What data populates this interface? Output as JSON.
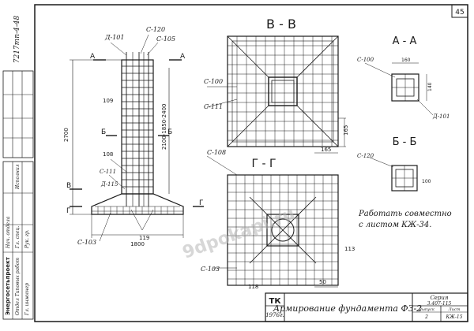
{
  "sheet": {
    "page_number": "45",
    "vertical_code": "7217тп-4-48",
    "watermark": "9dpokapi.ru",
    "title_block": {
      "org": "ТК",
      "year": "1976г.",
      "title": "Армирование фундамента ФЗ-2",
      "series_label": "Серия",
      "series": "3.407-115",
      "issue_label": "Выпуск",
      "issue": "2",
      "sheet_label": "Лист",
      "sheet": "КЖ-15"
    },
    "stamp": {
      "org": "Энергосетьпроект",
      "company": "Отдел Типовых работ",
      "rows": [
        "Гл. инженер",
        "Нач. отдела",
        "Гл. спец.",
        "Рук. гр.",
        "Исполнил"
      ]
    }
  },
  "views": {
    "section_bb": "В - В",
    "section_aa": "А - А",
    "section_bb2": "Б - Б",
    "section_gg": "Г - Г"
  },
  "note": {
    "line1": "Работать совместно",
    "line2": "с листом КЖ-34."
  },
  "labels": {
    "c120": "С-120",
    "c105": "С-105",
    "d101": "Д-101",
    "c100": "С-100",
    "c111": "С-111",
    "c108": "С-108",
    "c103": "С-103",
    "d115": "Д-115",
    "n109": "109",
    "n108": "108",
    "n113": "113",
    "n118": "118",
    "n119": "119",
    "cut_a": "А",
    "cut_b": "Б",
    "cut_v": "В",
    "cut_g": "Г",
    "dim_2700": "2700",
    "dim_1800": "1800",
    "dim_col": "2100-1850-2400",
    "dim_165": "165",
    "dim_160": "160",
    "dim_50": "50",
    "dim_140": "140",
    "dim_100": "100"
  }
}
